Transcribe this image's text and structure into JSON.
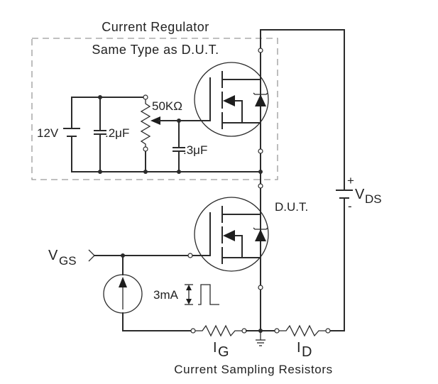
{
  "diagram": {
    "regulator_title": "Current Regulator",
    "regulator_subtitle": "Same Type as D.U.T.",
    "battery_label": "12V",
    "cap1_label": ".2μF",
    "pot_label": "50KΩ",
    "cap2_label": ".3μF",
    "dut_label": "D.U.T.",
    "vds_label": "V",
    "vds_sub": "DS",
    "vds_plus": "+",
    "vds_minus": "-",
    "vgs_label": "V",
    "vgs_sub": "GS",
    "pulse_label": "3mA",
    "ig_label": "I",
    "ig_sub": "G",
    "id_label": "I",
    "id_sub": "D",
    "footer_label": "Current Sampling Resistors"
  }
}
